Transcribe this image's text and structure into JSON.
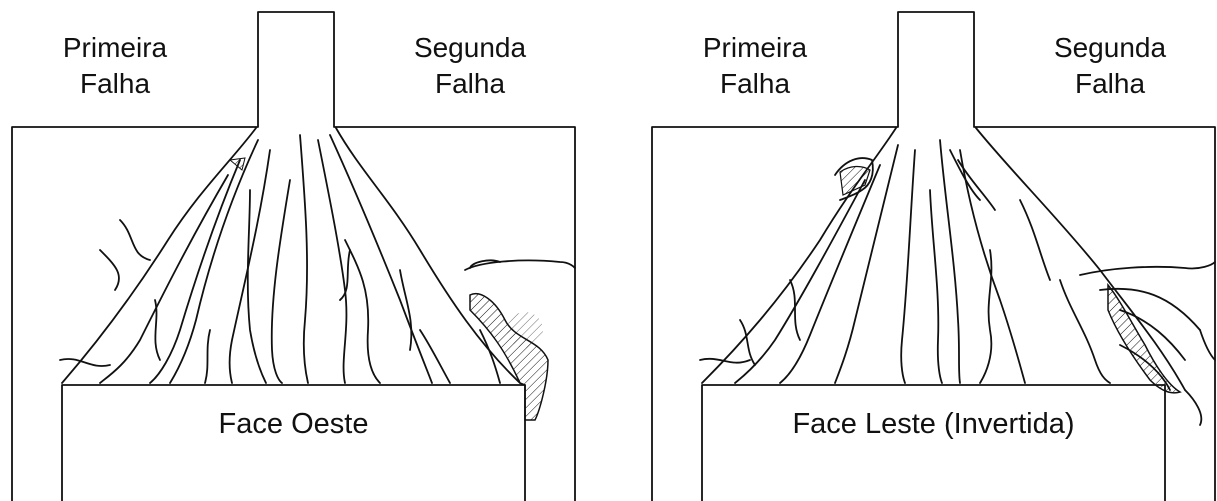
{
  "panels": [
    {
      "first_line1": "Primeira",
      "first_line2": "Falha",
      "second_line1": "Segunda",
      "second_line2": "Falha",
      "face_label": "Face Oeste"
    },
    {
      "first_line1": "Primeira",
      "first_line2": "Falha",
      "second_line1": "Segunda",
      "second_line2": "Falha",
      "face_label": "Face Leste (Invertida)"
    }
  ],
  "colors": {
    "line": "#111111",
    "background": "#ffffff"
  }
}
